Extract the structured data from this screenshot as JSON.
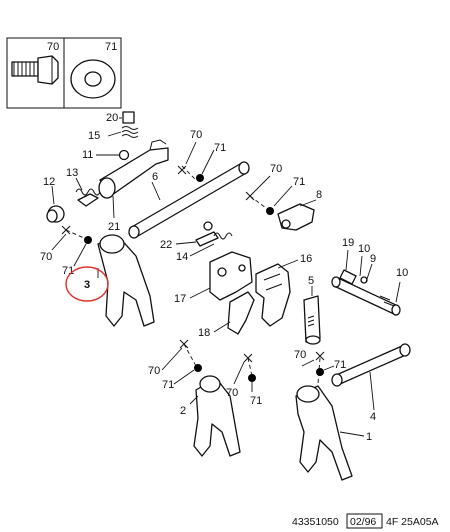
{
  "inset": {
    "bolt_label": "70",
    "washer_label": "71"
  },
  "callouts": {
    "p20": "20",
    "p15": "15",
    "p11": "11",
    "p70a": "70",
    "p71a": "71",
    "p6": "6",
    "p13": "13",
    "p12": "12",
    "p21": "21",
    "p70b": "70",
    "p71b": "71",
    "p8": "8",
    "p22": "22",
    "p14": "14",
    "p16": "16",
    "p70c": "70",
    "p71c": "71",
    "p3": "3",
    "p17": "17",
    "p18": "18",
    "p5": "5",
    "p19": "19",
    "p10a": "10",
    "p9": "9",
    "p10b": "10",
    "p70d": "70",
    "p71d": "71",
    "p2": "2",
    "p70e": "70",
    "p71e": "71",
    "p4": "4",
    "p1": "1"
  },
  "highlight": {
    "color": "#e0302a"
  },
  "footer": {
    "ref": "43351050",
    "date": "02/96",
    "code": "4F 25A05A"
  }
}
